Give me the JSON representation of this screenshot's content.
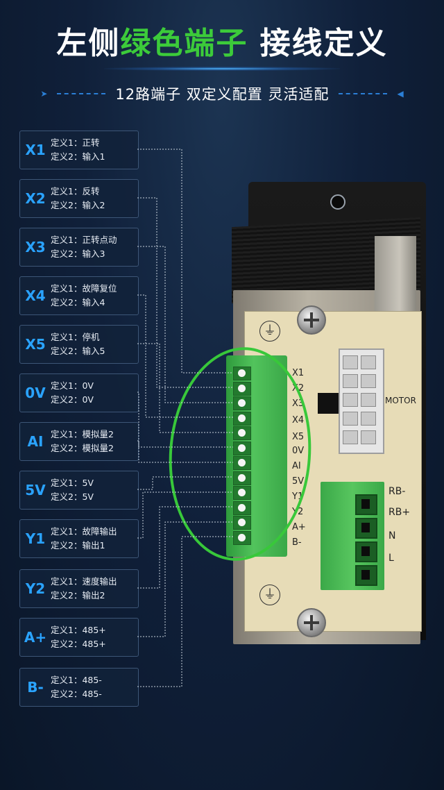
{
  "header": {
    "title_left": "左侧",
    "title_green": "绿色端子",
    "title_right": "接线定义",
    "subtitle": "12路端子 双定义配置 灵活适配"
  },
  "colors": {
    "accent_green": "#3ccb3a",
    "accent_blue": "#2aa3ff",
    "background": "#10203a"
  },
  "terminals": [
    {
      "pin": "X1",
      "def1": "定义1：正转",
      "def2": "定义2：输入1"
    },
    {
      "pin": "X2",
      "def1": "定义1：反转",
      "def2": "定义2：输入2"
    },
    {
      "pin": "X3",
      "def1": "定义1：正转点动",
      "def2": "定义2：输入3"
    },
    {
      "pin": "X4",
      "def1": "定义1：故障复位",
      "def2": "定义2：输入4"
    },
    {
      "pin": "X5",
      "def1": "定义1：停机",
      "def2": "定义2：输入5"
    },
    {
      "pin": "0V",
      "def1": "定义1：0V",
      "def2": "定义2：0V"
    },
    {
      "pin": "AI",
      "def1": "定义1：模拟量2",
      "def2": "定义2：模拟量2"
    },
    {
      "pin": "5V",
      "def1": "定义1：5V",
      "def2": "定义2：5V"
    },
    {
      "pin": "Y1",
      "def1": "定义1：故障输出",
      "def2": "定义2：输出1"
    },
    {
      "pin": "Y2",
      "def1": "定义1：速度输出",
      "def2": "定义2：输出2"
    },
    {
      "pin": "A+",
      "def1": "定义1：485+",
      "def2": "定义2：485+"
    },
    {
      "pin": "B-",
      "def1": "定义1：485-",
      "def2": "定义2：485-"
    }
  ],
  "device": {
    "terminal_labels": [
      "X1",
      "X2",
      "X3",
      "X4",
      "X5",
      "0V",
      "AI",
      "5V",
      "Y1",
      "Y2",
      "A+",
      "B-"
    ],
    "motor_label": "MOTOR",
    "power_labels": [
      "RB-",
      "RB+",
      "N",
      "L"
    ]
  }
}
